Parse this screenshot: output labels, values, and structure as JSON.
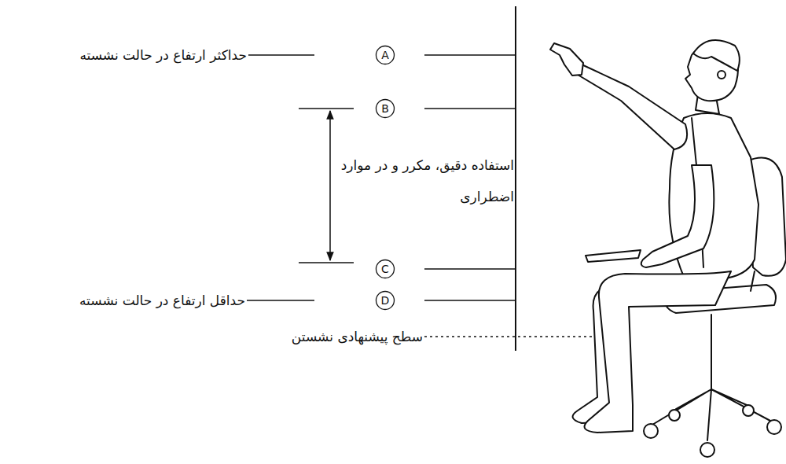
{
  "diagram": {
    "nodes": [
      {
        "text": [
          "A"
        ]
      },
      {
        "text": [
          "B"
        ]
      },
      {
        "text": [
          "C"
        ]
      },
      {
        "text": [
          "D"
        ]
      }
    ],
    "labels": [
      "حداکثر ارتفاع در حالت نشسته",
      "استفاده دقیق، مکرر و در موارد اضطراری",
      "حداقل ارتفاع در حالت نشسته",
      "سطح پیشنهادی نشستن"
    ]
  }
}
